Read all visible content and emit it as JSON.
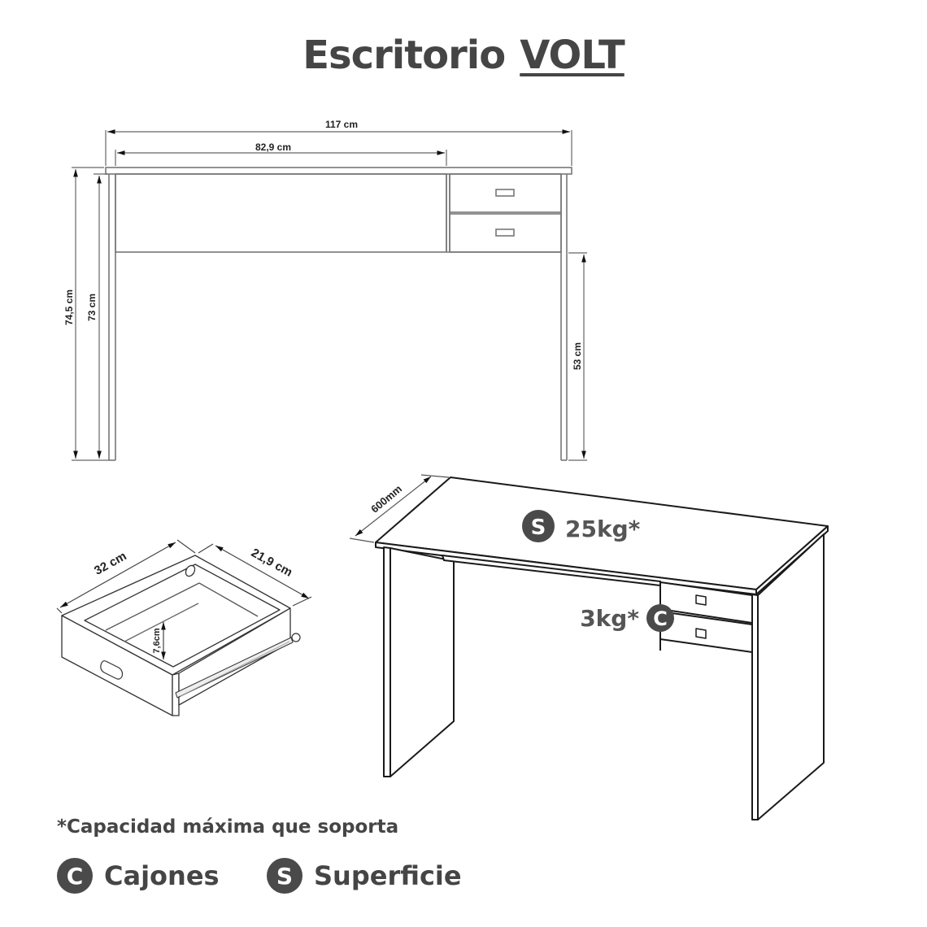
{
  "title": {
    "prefix": "Escritorio",
    "model": "VOLT"
  },
  "front_view": {
    "width_total": "117 cm",
    "width_open": "82,9 cm",
    "height_total": "74,5 cm",
    "height_body": "73 cm",
    "leg_clearance": "53 cm",
    "drawer_count": 2
  },
  "perspective_view": {
    "depth": "600mm",
    "surface_badge": "S",
    "surface_capacity": "25kg*",
    "drawer_badge": "C",
    "drawer_capacity": "3kg*"
  },
  "drawer_detail": {
    "width": "32 cm",
    "depth": "21,9 cm",
    "height": "7,6cm"
  },
  "footnote": "*Capacidad máxima que soporta",
  "legend": [
    {
      "badge": "C",
      "label": "Cajones"
    },
    {
      "badge": "S",
      "label": "Superficie"
    }
  ],
  "colors": {
    "text": "#454545",
    "badge": "#4a4a4a",
    "line": "#222222",
    "dim_line": "#555555"
  }
}
